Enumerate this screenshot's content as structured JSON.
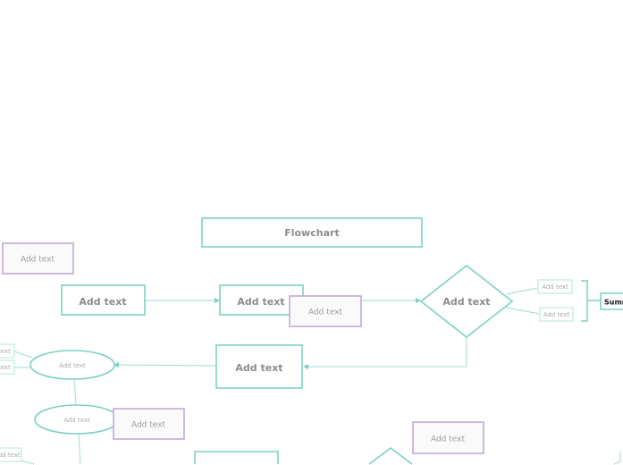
{
  "title": "Flowchart",
  "nodes": {
    "note_top_left": "Add text",
    "box1": "Add text",
    "box2": "Add text",
    "note_box2": "Add text",
    "decision1": "Add text",
    "branch_a": "Add text",
    "branch_b": "Add text",
    "summary": "Summary",
    "box3": "Add text",
    "ellipse1": "Add text",
    "ellipse1_left_a": "text",
    "ellipse1_left_b": "text",
    "ellipse2": "Add text",
    "note_ellipse2": "Add text",
    "ellipse2_left": "Add text",
    "note_bottom": "Add text"
  },
  "colors": {
    "flow": "#7fd0c3",
    "note": "#c3a9d6"
  }
}
